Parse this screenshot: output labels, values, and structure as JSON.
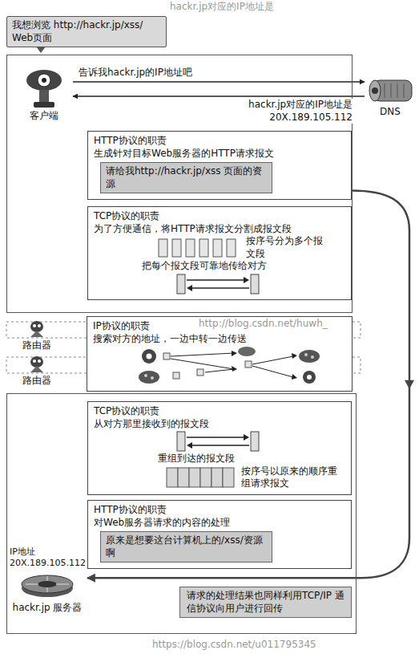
{
  "diagram": {
    "nodes": [
      {
        "text": [
          "我想浏览 http://hackr.jp/xss/ Web页面"
        ]
      },
      {
        "text": []
      },
      {
        "text": [
          "客户端"
        ],
        "in": 1
      },
      {
        "text": [
          "DNS"
        ]
      },
      {
        "text": [
          "HTTP协议的职责",
          "生成针对目标Web服务器的HTTP请求报文"
        ],
        "in": 1
      },
      {
        "text": [
          "请给我http://hackr.jp/xss 页面的资源"
        ],
        "in": 4
      },
      {
        "text": [
          "TCP协议的职责",
          "为了方便通信，将HTTP请求报文分割成报文段",
          "按序号分为多个报文段",
          "把每个报文段可靠地传给对方"
        ],
        "in": 1
      },
      {
        "text": [
          "IP协议的职责",
          "搜索对方的地址，一边中转一边传送"
        ]
      },
      {
        "text": []
      },
      {
        "text": [
          "TCP协议的职责",
          "从对方那里接收到的报文段",
          "重组到达的报文段",
          "按序号以原来的顺序重组请求报文"
        ],
        "in": 8
      },
      {
        "text": [
          "HTTP协议的职责",
          "对Web服务器请求的内容的处理"
        ],
        "in": 8
      },
      {
        "text": [
          "原来是想要这台计算机上的/xss/资源啊"
        ],
        "in": 10
      },
      {
        "text": [
          "IP地址 20X.189.105.112",
          "hackr.jp 服务器"
        ],
        "in": 8
      },
      {
        "text": [
          "请求的处理结果也同样利用TCP/IP 通信协议向用户进行回传"
        ],
        "in": 8
      }
    ],
    "edges": [
      {
        "from": 2,
        "to": 3,
        "label": "告诉我hackr.jp的IP地址吧",
        "arrow": "to"
      },
      {
        "from": 3,
        "to": 2,
        "label": "hackr.jp对应的IP地址是 20X.189.105.112",
        "arrow": "to"
      },
      {
        "from": 4,
        "to": 12,
        "arrow": "to"
      }
    ],
    "labels": [
      "hackr.jp对应的IP地址是",
      "路由器",
      "路由器",
      "http://blog.csdn.net/huwh_",
      "https://blog.csdn.net/u011795345"
    ]
  }
}
